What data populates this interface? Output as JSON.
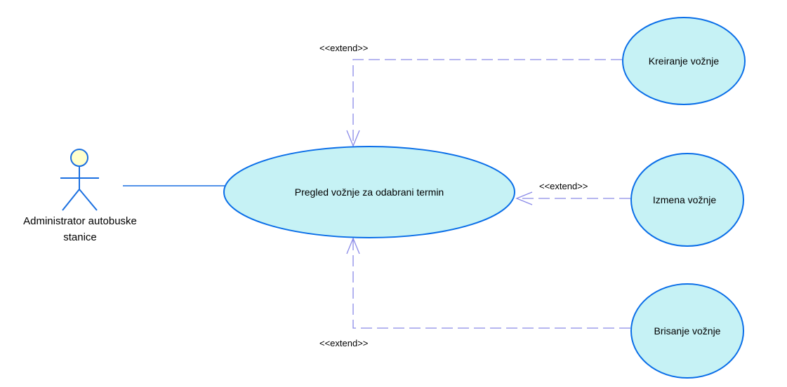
{
  "diagram": {
    "type": "UML use case diagram",
    "colors": {
      "usecase_fill": "#c6f2f5",
      "usecase_stroke": "#0a6ee8",
      "actor_head_fill": "#ffffcc",
      "actor_stroke": "#1a6fe0",
      "association_line": "#1a6fe0",
      "extend_line": "#8a8ae8"
    },
    "actor": {
      "label_line1": "Administrator autobuske",
      "label_line2": "stanice",
      "icon": "stick-figure-actor-icon"
    },
    "use_cases": {
      "main": "Pregled vožnje za odabrani termin",
      "create": "Kreiranje vožnje",
      "edit": "Izmena vožnje",
      "delete": "Brisanje vožnje"
    },
    "relationships": {
      "extend_create": "<<extend>>",
      "extend_edit": "<<extend>>",
      "extend_delete": "<<extend>>"
    }
  }
}
